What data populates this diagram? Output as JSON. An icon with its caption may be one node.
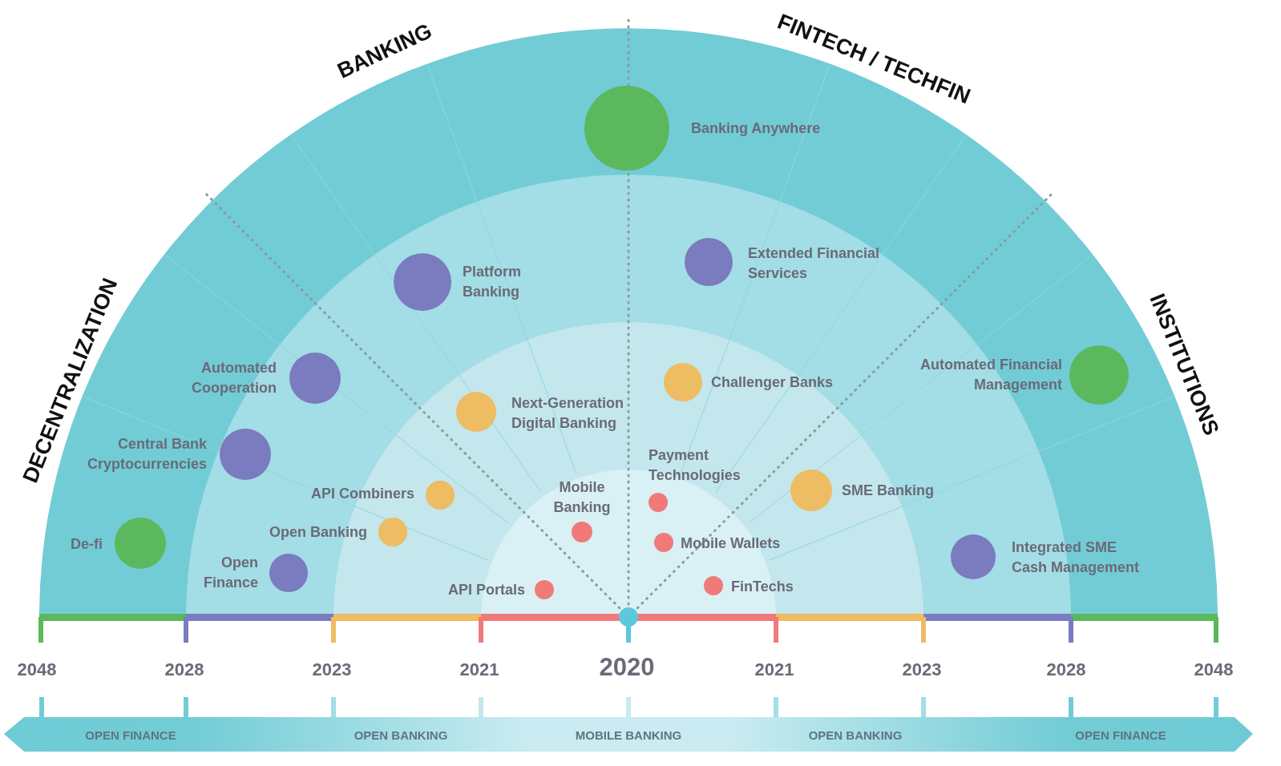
{
  "diagram": {
    "nodes": [
      {
        "text": [],
        "shape": "circle",
        "beside": [
          "Banking Anywhere"
        ]
      },
      {
        "text": [],
        "shape": "circle",
        "beside": [
          "Extended Financial Services"
        ]
      },
      {
        "text": [],
        "shape": "circle",
        "beside": [
          "Platform Banking"
        ]
      },
      {
        "text": [],
        "shape": "circle",
        "beside": [
          "Automated Financial Management"
        ]
      },
      {
        "text": [],
        "shape": "circle",
        "beside": [
          "Automated Cooperation"
        ]
      },
      {
        "text": [],
        "shape": "circle",
        "beside": [
          "Challenger Banks"
        ]
      },
      {
        "text": [],
        "shape": "circle",
        "beside": [
          "Next-Generation Digital Banking"
        ]
      },
      {
        "text": [],
        "shape": "circle",
        "beside": [
          "Central Bank Cryptocurrencies"
        ]
      },
      {
        "text": [],
        "shape": "circle",
        "beside": [
          "Payment Technologies"
        ]
      },
      {
        "text": [],
        "shape": "circle",
        "beside": [
          "SME Banking"
        ]
      },
      {
        "text": [],
        "shape": "circle",
        "beside": [
          "API Combiners"
        ]
      },
      {
        "text": [],
        "shape": "circle",
        "beside": [
          "Mobile Banking"
        ]
      },
      {
        "text": [],
        "shape": "circle",
        "beside": [
          "Open Banking"
        ]
      },
      {
        "text": [],
        "shape": "circle",
        "beside": [
          "Mobile Wallets"
        ]
      },
      {
        "text": [],
        "shape": "circle",
        "beside": [
          "De-fi"
        ]
      },
      {
        "text": [],
        "shape": "circle",
        "beside": [
          "Integrated SME Cash Management"
        ]
      },
      {
        "text": [],
        "shape": "circle",
        "beside": [
          "Open Finance"
        ]
      },
      {
        "text": [],
        "shape": "circle",
        "beside": [
          "FinTechs"
        ]
      },
      {
        "text": [],
        "shape": "circle",
        "beside": [
          "API Portals"
        ]
      }
    ],
    "labels": [
      "DECENTRALIZATION",
      "BANKING",
      "FINTECH / TECHFIN",
      "INSTITUTIONS",
      "2048",
      "2028",
      "2023",
      "2021",
      "2020",
      "2021",
      "2023",
      "2028",
      "2048",
      "OPEN FINANCE",
      "OPEN BANKING",
      "MOBILE BANKING",
      "OPEN BANKING",
      "OPEN FINANCE"
    ]
  }
}
